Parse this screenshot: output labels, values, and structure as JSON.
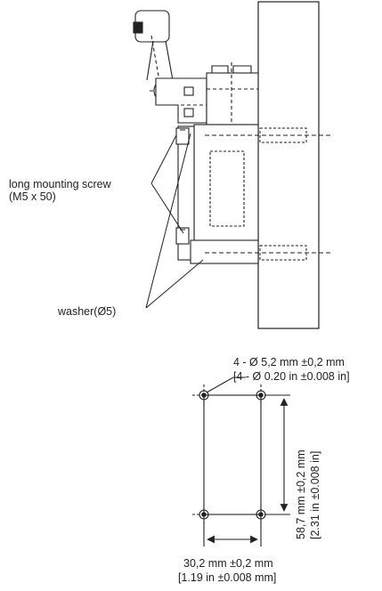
{
  "labels": {
    "screw_line1": "long mounting screw",
    "screw_line2": "(M5 x 50)",
    "washer": "washer(Ø5)"
  },
  "hole_pattern": {
    "hole_mm": "4 - Ø 5,2 mm ±0,2 mm",
    "hole_in": "[4 - Ø 0.20 in ±0.008 in]",
    "vertical_mm": "58,7 mm ±0,2 mm",
    "vertical_in": "[2.31 in ±0.008 in]",
    "horizontal_mm": "30,2 mm ±0,2 mm",
    "horizontal_in": "[1.19 in ±0.008 mm]"
  }
}
